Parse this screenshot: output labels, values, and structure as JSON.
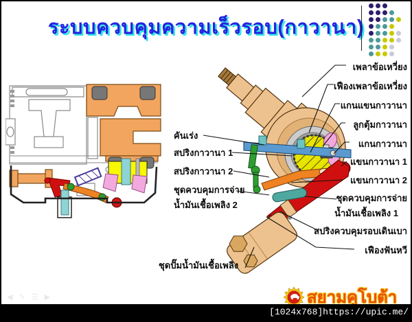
{
  "slide": {
    "title": "ระบบควบคุมความเร็วรอบ(กาวานา)"
  },
  "labels": {
    "right": [
      "เพลาข้อเหวี่ยง",
      "เฟืองเพลาข้อเหวี่ยง",
      "แกนแขนกาวานา",
      "ลูกตุ้มกาวานา",
      "แกนกาวานา",
      "แขนกาวานา 1",
      "แขนกาวานา 2",
      "ชุดควบคุมการจ่าย",
      "น้ำมันเชื้อเพลิง 1",
      "สปริงควบคุมรอบเดินเบา",
      "เฟืองฟันหวี"
    ],
    "middle": [
      "คันเร่ง",
      "สปริงกาวานา 1",
      "สปริงกาวานา 2",
      "ชุดควบคุมการจ่าย",
      "น้ำมันเชื้อเพลิง 2"
    ],
    "bottom": "ชุดปั๊มน้ำมันเชื้อเพลิง"
  },
  "branding": {
    "logo_text": "สยามคูโบต้า",
    "logo_icon": "kubota-elephant-gear"
  },
  "footer": {
    "credit": "[1024x768]https://upic.me/"
  },
  "presenter_controls": [
    {
      "name": "previous-slide",
      "glyph": "◀"
    },
    {
      "name": "pen-tool",
      "glyph": "✎"
    },
    {
      "name": "slide-menu",
      "glyph": "☰"
    },
    {
      "name": "next-slide",
      "glyph": "▶"
    }
  ],
  "colors": {
    "title_blue": "#2424e0",
    "title_cyan_shadow": "#35e5e5",
    "crank_tan": "#eec28e",
    "gear_yellow": "#e8e400",
    "weight_pink": "#f2a8da",
    "lever_blue": "#5a9ad0",
    "lever_red": "#d01010",
    "arm_orange": "#ef8222",
    "pivot_green": "#2f9e2f",
    "sleeve_teal": "#4fa8a0",
    "logo_orange": "#e8500a",
    "logo_gold": "#f2c71b"
  },
  "decor": {
    "dot_grid": {
      "palette": {
        "P": "#2d1d6b",
        "T": "#4e9898",
        "Y": "#c8c800",
        "L": "#c9c9dc"
      },
      "rows": [
        [
          "P",
          "P",
          "P",
          null,
          null
        ],
        [
          "P",
          "P",
          "P",
          "T",
          null
        ],
        [
          "P",
          "P",
          "T",
          "T",
          "Y"
        ],
        [
          "P",
          "T",
          "T",
          "Y",
          null
        ],
        [
          "P",
          "T",
          "T",
          "Y",
          "L"
        ],
        [
          "T",
          "T",
          "Y",
          "Y",
          "L"
        ],
        [
          "T",
          "T",
          "Y",
          "L",
          null
        ],
        [
          "T",
          "Y",
          "Y",
          "L",
          null
        ]
      ]
    }
  }
}
